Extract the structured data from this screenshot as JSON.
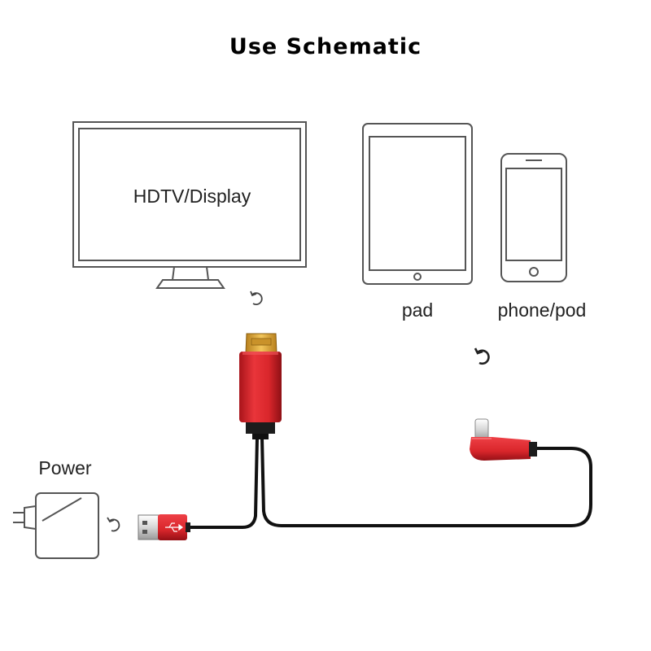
{
  "title": "Use Schematic",
  "devices": {
    "tv": {
      "label": "HDTV/Display"
    },
    "pad": {
      "label": "pad"
    },
    "phone": {
      "label": "phone/pod"
    },
    "power": {
      "label": "Power"
    }
  },
  "colors": {
    "accent_red": "#d9262b",
    "gold": "#e0a93a",
    "outline": "#555555",
    "cable": "#111111"
  },
  "icons": [
    "sync-icon",
    "sync-icon",
    "sync-icon",
    "sync-icon"
  ]
}
